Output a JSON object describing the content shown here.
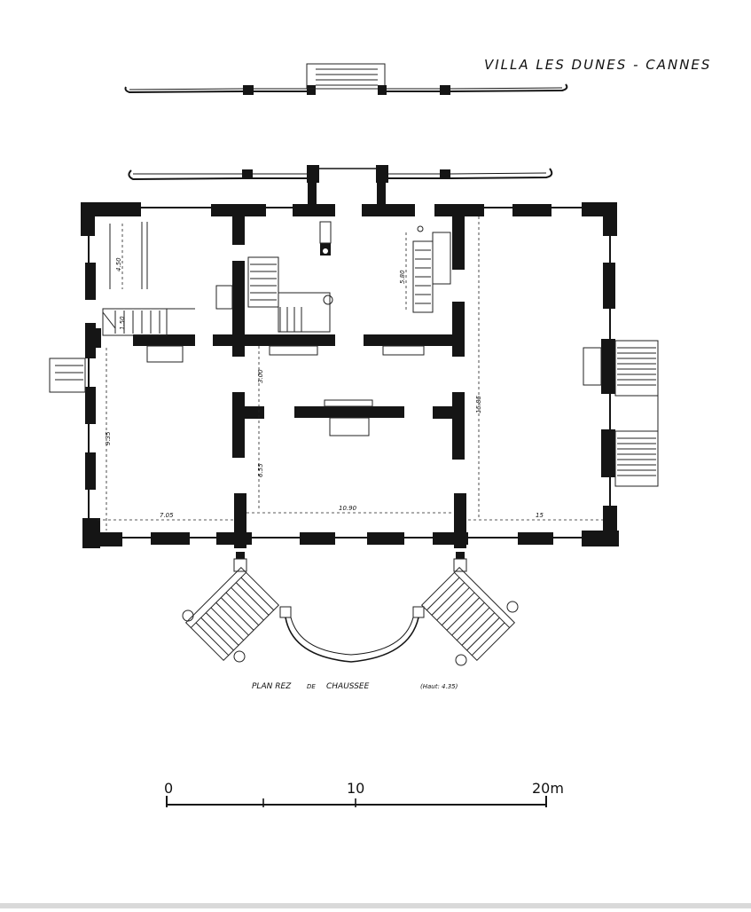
{
  "title": "VILLA LES DUNES - CANNES",
  "caption": {
    "main": "PLAN REZ",
    "de": "DE",
    "tail": "CHAUSSEE",
    "height": "(Haut: 4.35)"
  },
  "dimensions": {
    "left_width": "7.05",
    "center_width": "10.90",
    "right_width": "15",
    "left_height": "9.35",
    "total_height": "15.85",
    "stair_a": "4.50",
    "stair_b": "5.80",
    "mid_a": "3.00",
    "mid_b": "6.55",
    "stair_small": "1.50"
  },
  "scale_bar": {
    "labels": [
      "0",
      "10",
      "20m"
    ]
  }
}
